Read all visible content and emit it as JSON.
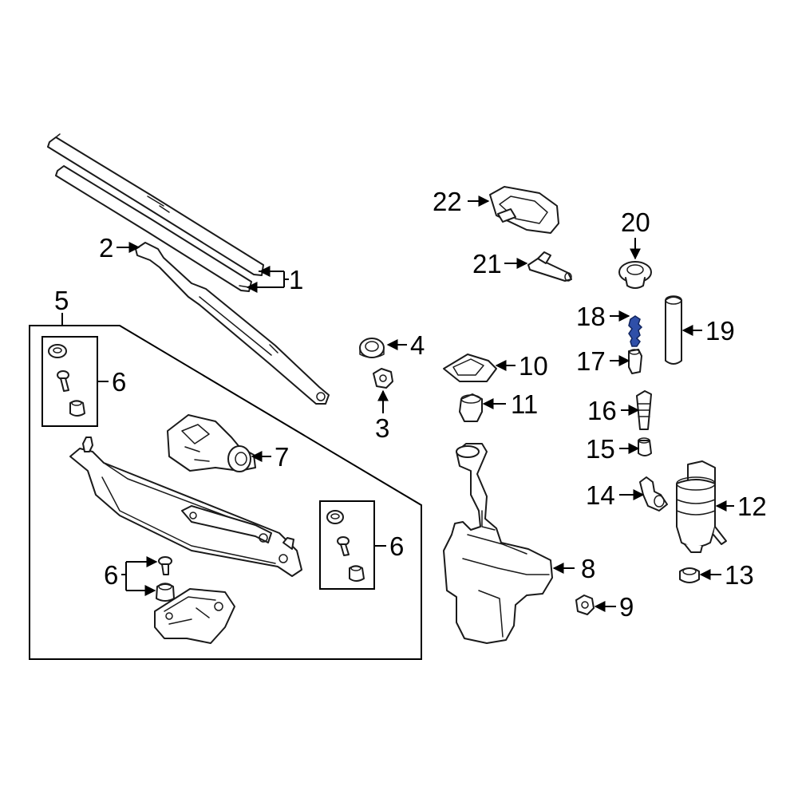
{
  "diagram": {
    "callouts": {
      "c1": "1",
      "c2": "2",
      "c3": "3",
      "c4": "4",
      "c5": "5",
      "c6a": "6",
      "c6b": "6",
      "c6c": "6",
      "c7": "7",
      "c8": "8",
      "c9": "9",
      "c10": "10",
      "c11": "11",
      "c12": "12",
      "c13": "13",
      "c14": "14",
      "c15": "15",
      "c16": "16",
      "c17": "17",
      "c18": "18",
      "c19": "19",
      "c20": "20",
      "c21": "21",
      "c22": "22"
    },
    "highlight_color": "#2f4fa8",
    "highlighted_part": "18"
  }
}
